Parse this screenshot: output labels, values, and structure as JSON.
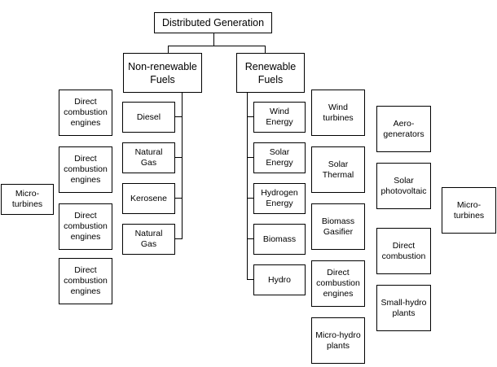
{
  "root": "Distributed Generation",
  "categories": {
    "non_renewable": "Non-renewable\nFuels",
    "renewable": "Renewable\nFuels"
  },
  "non_renewable_fuels": [
    "Diesel",
    "Natural\nGas",
    "Kerosene",
    "Natural\nGas"
  ],
  "renewable_fuels": [
    "Wind\nEnergy",
    "Solar\nEnergy",
    "Hydrogen\nEnergy",
    "Biomass",
    "Hydro"
  ],
  "non_renewable_technologies": [
    "Direct\ncombustion\nengines",
    "Direct\ncombustion\nengines",
    "Direct\ncombustion\nengines",
    "Direct\ncombustion\nengines"
  ],
  "left_extra": "Micro-\nturbines",
  "renewable_technologies": [
    "Wind\nturbines",
    "Solar\nThermal",
    "Biomass\nGasifier",
    "Direct\ncombustion\nengines",
    "Micro-hydro\nplants"
  ],
  "renewable_technologies_2": [
    "Aero-\ngenerators",
    "Solar\nphotovoltaic",
    "Direct\ncombustion",
    "Small-hydro\nplants"
  ],
  "right_extra": "Micro-\nturbines"
}
